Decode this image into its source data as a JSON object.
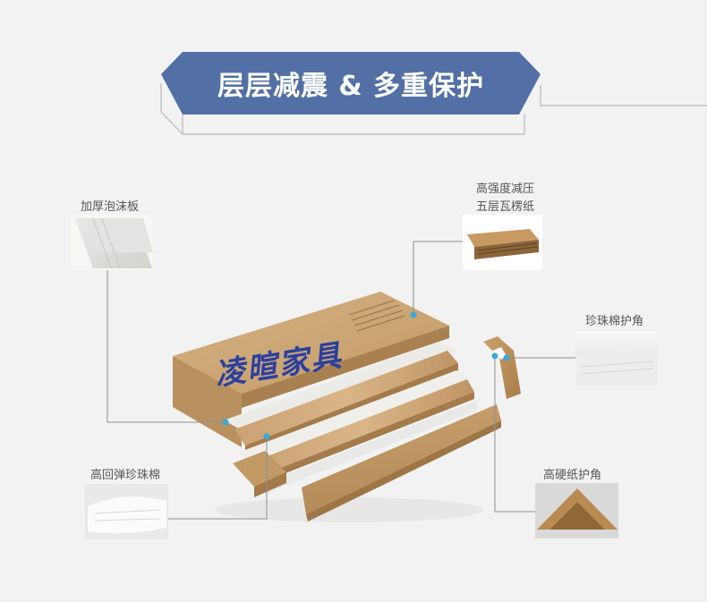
{
  "banner": {
    "title": "层层减震 & 多重保护"
  },
  "brand_stamp": "凌暄家具",
  "callouts": {
    "foam_board": "加厚泡沫板",
    "corrugated_line1": "高强度减压",
    "corrugated_line2": "五层瓦楞纸",
    "pearl_corner": "珍珠棉护角",
    "epe_foam": "高回弹珍珠棉",
    "hard_corner": "高硬纸护角"
  },
  "colors": {
    "banner_blue": "#5370a6",
    "kraft": "#c9a472",
    "accent_dot": "#3aa8d8"
  }
}
